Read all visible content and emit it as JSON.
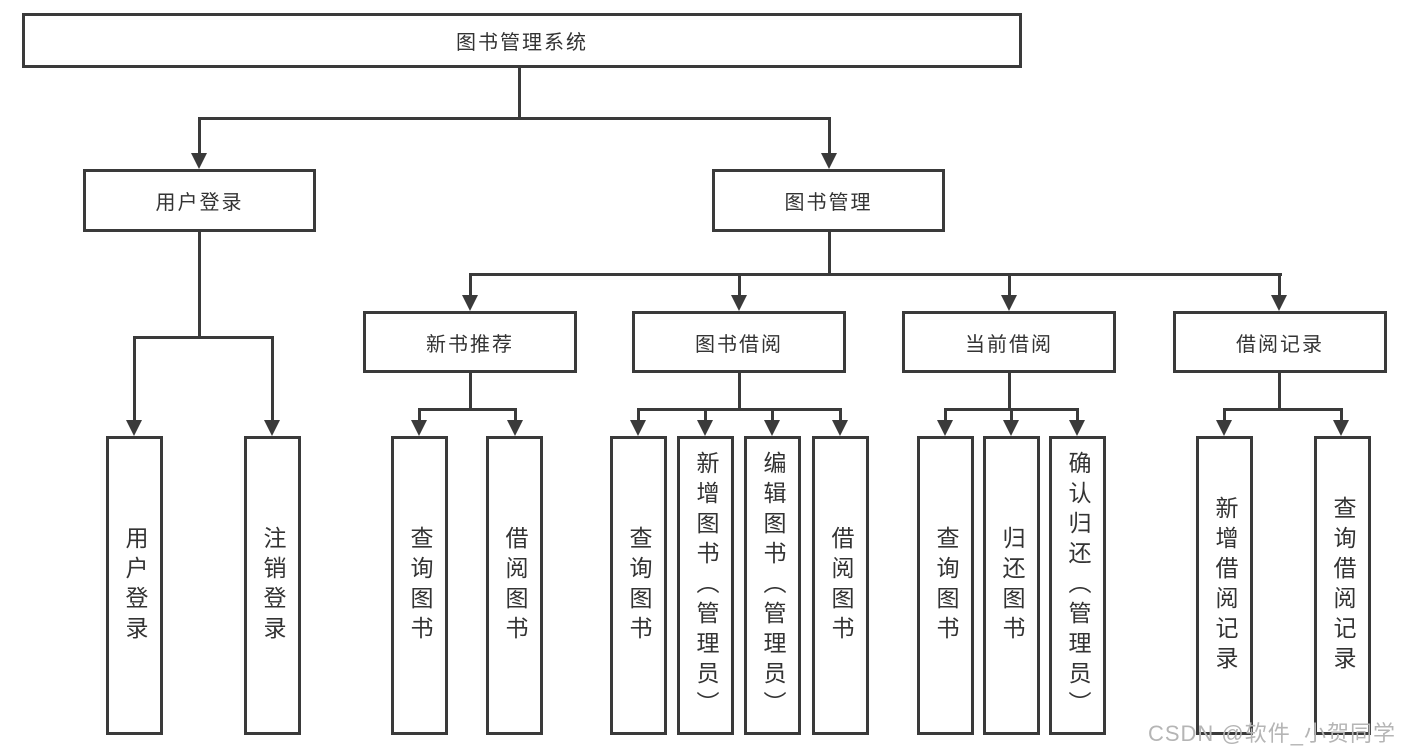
{
  "labels": {
    "root": "图书管理系统",
    "l2_user": "用户登录",
    "l2_book": "图书管理",
    "l3_new": "新书推荐",
    "l3_borrow": "图书借阅",
    "l3_current": "当前借阅",
    "l3_history": "借阅记录",
    "leaf_user_login": "用户登录",
    "leaf_logout": "注销登录",
    "leaf_new_query": "查询图书",
    "leaf_new_borrow": "借阅图书",
    "leaf_bb_query": "查询图书",
    "leaf_bb_add": "新增图书（管理员）",
    "leaf_bb_edit": "编辑图书（管理员）",
    "leaf_bb_borrow": "借阅图书",
    "leaf_cur_query": "查询图书",
    "leaf_cur_return": "归还图书",
    "leaf_cur_confirm": "确认归还（管理员）",
    "leaf_hist_add": "新增借阅记录",
    "leaf_hist_query": "查询借阅记录"
  },
  "tree": {
    "label": "图书管理系统",
    "children": [
      {
        "label": "用户登录",
        "children": [
          "用户登录",
          "注销登录"
        ]
      },
      {
        "label": "图书管理",
        "children": [
          {
            "label": "新书推荐",
            "children": [
              "查询图书",
              "借阅图书"
            ]
          },
          {
            "label": "图书借阅",
            "children": [
              "查询图书",
              "新增图书（管理员）",
              "编辑图书（管理员）",
              "借阅图书"
            ]
          },
          {
            "label": "当前借阅",
            "children": [
              "查询图书",
              "归还图书",
              "确认归还（管理员）"
            ]
          },
          {
            "label": "借阅记录",
            "children": [
              "新增借阅记录",
              "查询借阅记录"
            ]
          }
        ]
      }
    ]
  },
  "watermark": {
    "text": "CSDN @软件_小贺同学"
  },
  "colors": {
    "line": "#3a3a3a",
    "text": "#333333",
    "watermark": "#b5b5b5",
    "background": "#ffffff"
  }
}
